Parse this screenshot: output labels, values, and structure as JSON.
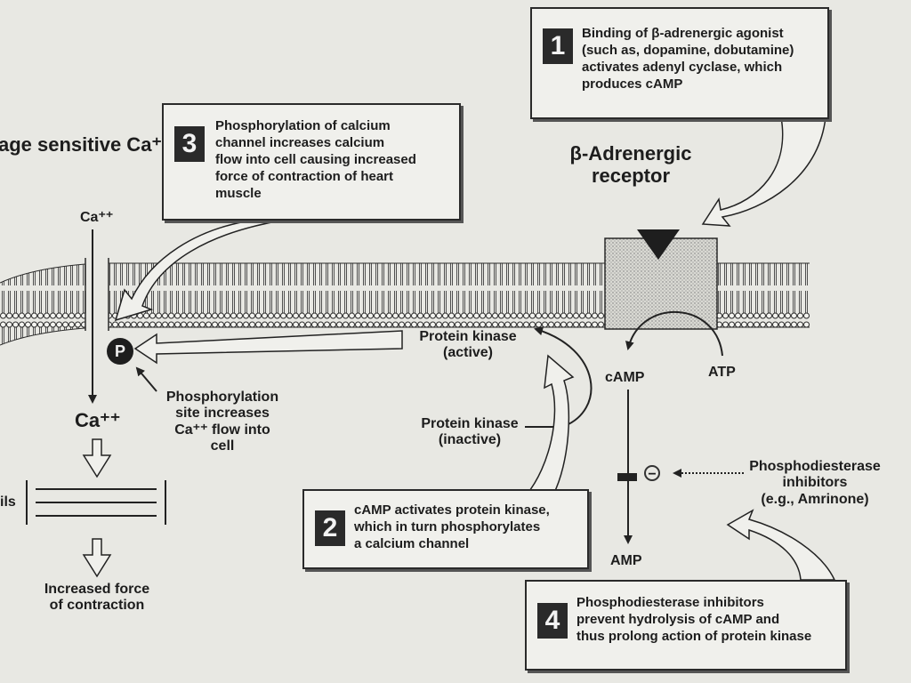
{
  "receptor": {
    "title": "β-Adrenergic\nreceptor"
  },
  "channel": {
    "title": "age sensitive\nCa⁺⁺ channel"
  },
  "labels": {
    "ca_top": "Ca⁺⁺",
    "ca_bottom": "Ca⁺⁺",
    "phos_site": "Phosphorylation\nsite increases\nCa⁺⁺ flow into\ncell",
    "p_symbol": "P",
    "pk_active": "Protein kinase\n(active)",
    "pk_inactive": "Protein kinase\n(inactive)",
    "camp": "cAMP",
    "atp": "ATP",
    "amp": "AMP",
    "minus_symbol": "−",
    "pde_inhibitors": "Phosphodiesterase\ninhibitors\n(e.g., Amrinone)",
    "myofibrils": "ils",
    "increased_force": "Increased force\nof contraction"
  },
  "steps": [
    {
      "number": "1",
      "text": "Binding of β-adrenergic agonist\n(such as, dopamine, dobutamine)\nactivates adenyl cyclase, which\nproduces cAMP"
    },
    {
      "number": "2",
      "text": "cAMP activates protein kinase,\nwhich in turn phosphorylates\na calcium channel"
    },
    {
      "number": "3",
      "text": "Phosphorylation of calcium\nchannel increases calcium\nflow into cell causing increased\nforce of contraction of heart\nmuscle"
    },
    {
      "number": "4",
      "text": "Phosphodiesterase inhibitors\nprevent hydrolysis of cAMP and\nthus prolong action of protein kinase"
    }
  ]
}
